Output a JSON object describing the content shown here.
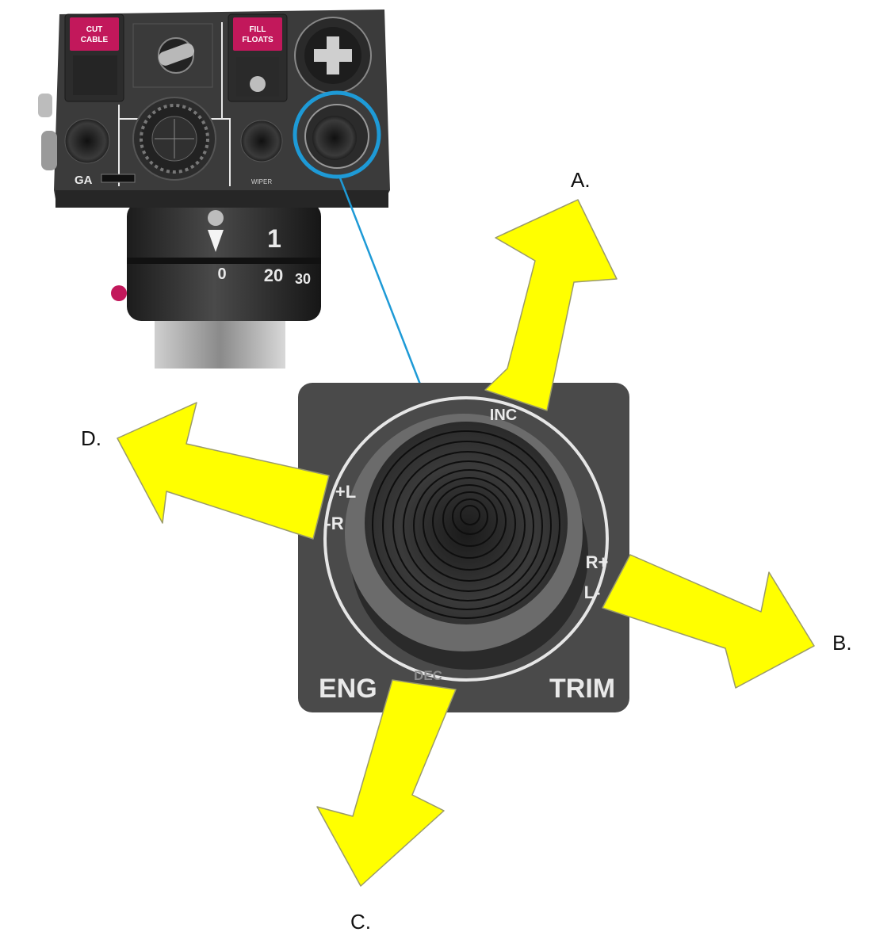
{
  "control_panel": {
    "cut_cable": {
      "line1": "CUT",
      "line2": "CABLE"
    },
    "fill_floats": {
      "line1": "FILL",
      "line2": "FLOATS"
    },
    "ga_label": "GA",
    "wiper_label": "WIPER",
    "collective_scale": {
      "marker_1": "1",
      "mark_0": "0",
      "mark_20": "20",
      "mark_30": "30"
    }
  },
  "trim_switch": {
    "inc": "INC",
    "dec": "DEC",
    "left_top": "+L",
    "left_bottom": "-R",
    "right_top": "R+",
    "right_bottom": "L-",
    "eng": "ENG",
    "trim": "TRIM"
  },
  "arrows": {
    "a": "A.",
    "b": "B.",
    "c": "C.",
    "d": "D."
  },
  "colors": {
    "arrow_fill": "#ffff00",
    "arrow_stroke": "#9a9a6a",
    "callout": "#1e9ad6",
    "panel": "#4a4a4a",
    "warning_button": "#c2185b"
  }
}
